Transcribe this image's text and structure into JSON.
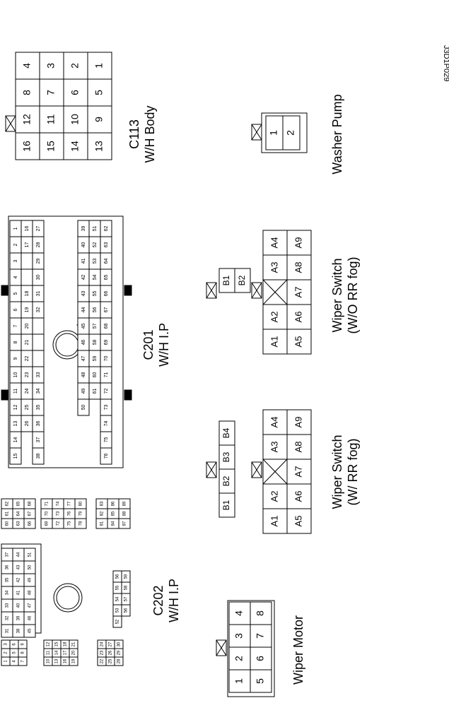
{
  "figure_code": "J3D1P029",
  "connectors": {
    "c113": {
      "code": "C113",
      "name": "W/H Body",
      "rows": [
        [
          "4",
          "8",
          "12",
          "16"
        ],
        [
          "3",
          "7",
          "11",
          "15"
        ],
        [
          "2",
          "6",
          "10",
          "14"
        ],
        [
          "1",
          "5",
          "9",
          "13"
        ]
      ]
    },
    "washer_pump": {
      "name": "Washer Pump",
      "pins": [
        "1",
        "2"
      ]
    },
    "c201": {
      "code": "C201",
      "name": "W/H I.P",
      "top_block": [
        [
          "1",
          "2",
          "3",
          "4",
          "5",
          "6",
          "7",
          "8",
          "9",
          "10",
          "11",
          "12",
          "13",
          "14",
          "15"
        ],
        [
          "16",
          "17",
          "",
          "",
          "18",
          "19",
          "20",
          "21",
          "22",
          "23",
          "24",
          "25",
          "26"
        ],
        [
          "27",
          "28",
          "29",
          "30",
          "31",
          "32",
          "",
          "",
          "",
          "33",
          "34",
          "35",
          "36",
          "37",
          "38"
        ]
      ],
      "bottom_block": [
        [
          "39",
          "40",
          "41",
          "42",
          "43",
          "44",
          "45",
          "46",
          "47",
          "48",
          "49",
          "50"
        ],
        [
          "51",
          "52",
          "53",
          "54",
          "55",
          "56",
          "57",
          "58",
          "59",
          "60",
          "61"
        ],
        [
          "62",
          "63",
          "64",
          "65",
          "66",
          "67",
          "68",
          "69",
          "70",
          "71",
          "72",
          "73",
          "74",
          "75",
          "76"
        ]
      ]
    },
    "wiper_switch_wo": {
      "name": "Wiper Switch",
      "variant": "(W/O RR fog)",
      "b_pins": [
        "B1",
        "B2"
      ],
      "a_row1": [
        "A4",
        "A3",
        "",
        "A2",
        "A1"
      ],
      "a_row2": [
        "A9",
        "A8",
        "A7",
        "A6",
        "A5"
      ]
    },
    "wiper_switch_w": {
      "name": "Wiper Switch",
      "variant": "(W/ RR fog)",
      "b_pins": [
        "B4",
        "B3",
        "B2",
        "B1"
      ],
      "a_row1": [
        "A4",
        "A3",
        "",
        "A2",
        "A1"
      ],
      "a_row2": [
        "A9",
        "A8",
        "A7",
        "A6",
        "A5"
      ]
    },
    "c202": {
      "code": "C202",
      "name": "W/H I.P",
      "left_pins": [
        [
          "62",
          "61",
          "60"
        ],
        [
          "65",
          "64",
          "63"
        ],
        [
          "68",
          "67",
          "66"
        ],
        [
          "71",
          "70",
          "69"
        ],
        [
          "74",
          "73",
          "72"
        ],
        [
          "77",
          "76",
          "75"
        ],
        [
          "80",
          "79",
          "78"
        ],
        [
          "83",
          "82",
          "81"
        ],
        [
          "86",
          "85",
          "84"
        ],
        [
          "89",
          "88",
          "87"
        ]
      ],
      "top_pins": [
        [
          "37",
          "36",
          "35",
          "34",
          "33",
          "32",
          "31"
        ],
        [
          "44",
          "43",
          "42",
          "41",
          "40",
          "39",
          "38"
        ],
        [
          "51",
          "50",
          "49",
          "48",
          "47",
          "46",
          "45"
        ]
      ],
      "small_pins": [
        [
          "56",
          "55",
          "54",
          "53",
          "52"
        ],
        [
          "59",
          "58",
          "57",
          "56"
        ]
      ],
      "bottom_pins": [
        [
          "3",
          "2",
          "1"
        ],
        [
          "6",
          "5",
          "4"
        ],
        [
          "9",
          "8",
          "7"
        ],
        [
          "12",
          "11",
          "10"
        ],
        [
          "15",
          "14",
          "13"
        ],
        [
          "18",
          "17",
          "16"
        ],
        [
          "21",
          "20",
          "19"
        ],
        [
          "24",
          "23",
          "22"
        ],
        [
          "27",
          "26",
          "25"
        ],
        [
          "30",
          "29",
          "28"
        ]
      ]
    },
    "wiper_motor": {
      "name": "Wiper Motor",
      "row1": [
        "4",
        "3",
        "2",
        "1"
      ],
      "row2": [
        "8",
        "7",
        "6",
        "5"
      ]
    }
  }
}
